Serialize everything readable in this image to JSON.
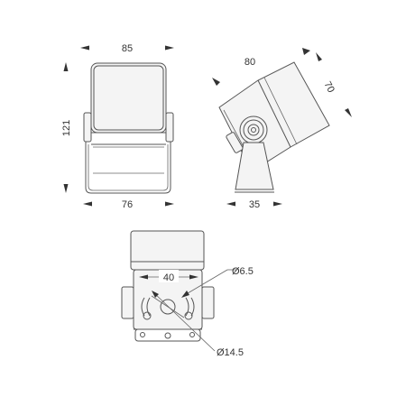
{
  "dimensions": {
    "front_width": "85",
    "front_height": "121",
    "front_base_width": "76",
    "side_depth": "80",
    "side_height": "70",
    "side_base_width": "35",
    "bottom_hole_spacing": "40",
    "bottom_small_hole": "Ø6.5",
    "bottom_large_hole": "Ø14.5"
  },
  "colors": {
    "line": "#555555",
    "text": "#333333",
    "background": "#ffffff"
  }
}
